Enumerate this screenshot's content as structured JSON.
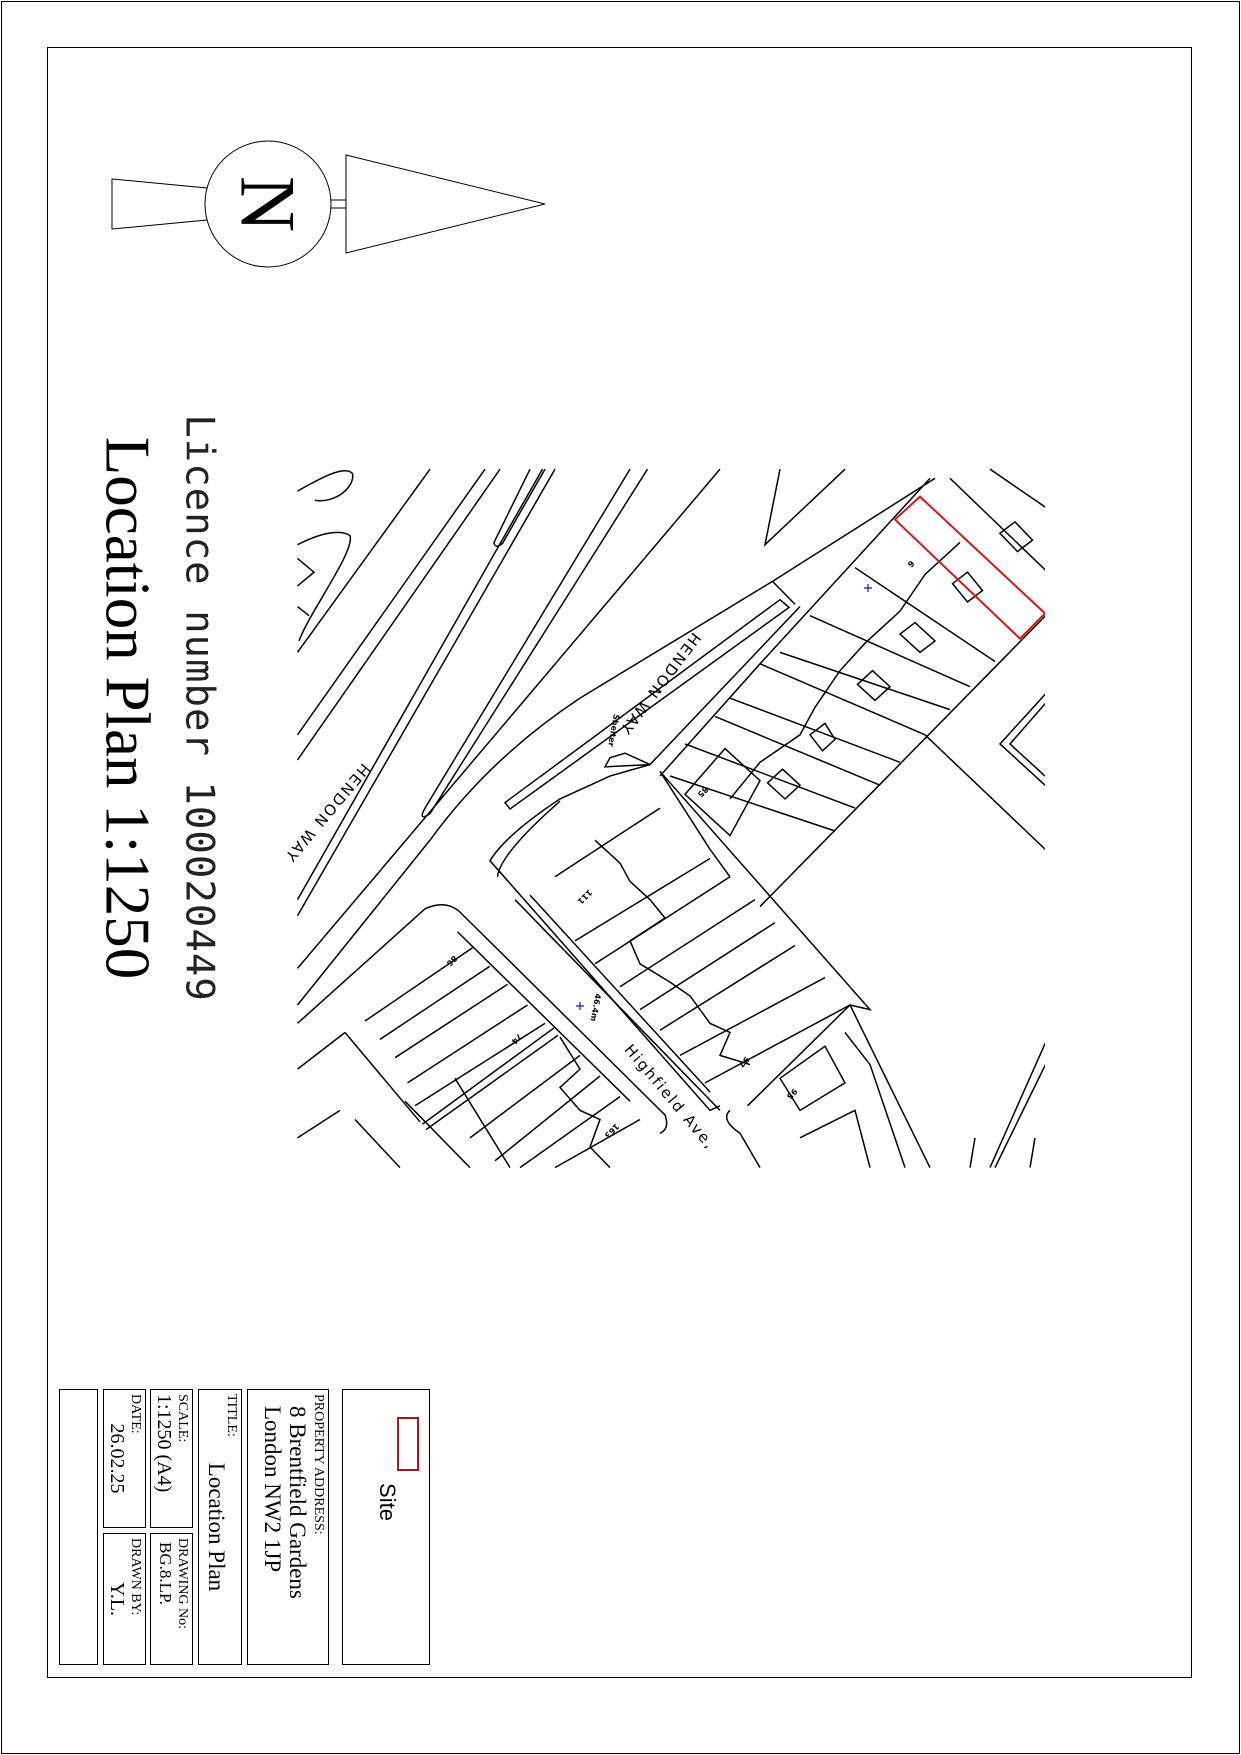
{
  "sheet": {
    "title": "Location Plan 1:1250",
    "licence": "Licence number 100020449",
    "north_label": "N"
  },
  "map": {
    "labels": {
      "road_1": "HENDON WAY",
      "road_2": "HENDON WAY",
      "road_3": "Highfield Ave,",
      "shelter": "Shelter",
      "spot_height": "46.4m"
    },
    "house_numbers": [
      "6",
      "85",
      "111",
      "86",
      "74",
      "163",
      "97",
      "95"
    ],
    "site_outline_color": "#cc1a1a",
    "spot_marker_color": "#1a1aa0"
  },
  "title_block": {
    "legend": {
      "label": "Site",
      "swatch_color": "#a01818"
    },
    "property_address_label": "PROPERTY ADDRESS:",
    "address_line_1": "8 Brentfield Gardens",
    "address_line_2": "London NW2 1JP",
    "title_label": "TITLE:",
    "title_value": "Location Plan",
    "scale_label": "SCALE:",
    "scale_value": "1:1250 (A4)",
    "drawing_no_label": "DRAWING No:",
    "drawing_no_value": "BG.8.LP.",
    "date_label": "DATE:",
    "date_value": "26.02.25",
    "drawn_by_label": "DRAWN BY:",
    "drawn_by_value": "Y.L."
  }
}
